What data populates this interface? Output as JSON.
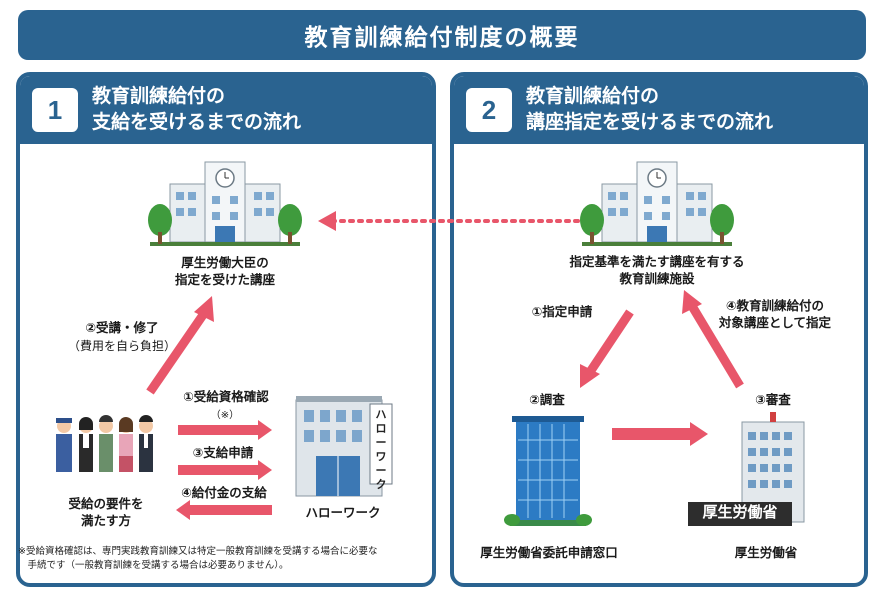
{
  "title": "教育訓練給付制度の概要",
  "left": {
    "number": "1",
    "heading": [
      "教育訓練給付の",
      "支給を受けるまでの流れ"
    ],
    "course_label": [
      "厚生労働大臣の",
      "指定を受けた講座"
    ],
    "step2": "②受講・修了",
    "step2_sub": "（費用を自ら負担）",
    "step1": "①受給資格確認",
    "step1_mark": "（※）",
    "step3": "③支給申請",
    "step4": "④給付金の支給",
    "person_label": [
      "受給の要件を",
      "満たす方"
    ],
    "hellowork_label": "ハローワーク",
    "hellowork_sign": "ハローワーク",
    "note": [
      "※受給資格確認は、専門実践教育訓練又は特定一般教育訓練を受講する場合に必要な",
      "　手続です（一般教育訓練を受講する場合は必要ありません）。"
    ]
  },
  "right": {
    "number": "2",
    "heading": [
      "教育訓練給付の",
      "講座指定を受けるまでの流れ"
    ],
    "facility_label": [
      "指定基準を満たす講座を有する",
      "教育訓練施設"
    ],
    "step1": "①指定申請",
    "step4": [
      "④教育訓練給付の",
      "対象講座として指定"
    ],
    "step2": "②調査",
    "step3": "③審査",
    "office_label": "厚生労働省委託申請窓口",
    "ministry_label": "厚生労働省",
    "ministry_sign": "厚生労働省"
  },
  "colors": {
    "primary": "#2a6390",
    "arrow": "#e8566a",
    "dotted": "#e8566a"
  }
}
